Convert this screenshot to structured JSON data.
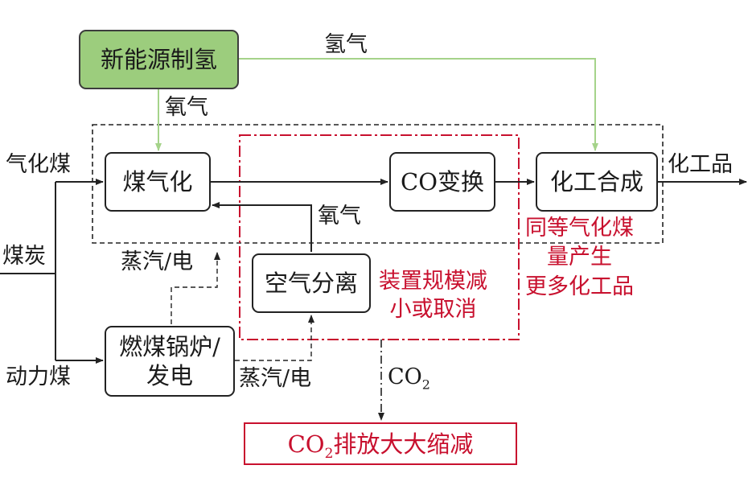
{
  "nodes": {
    "new_energy_h2": "新能源制氢",
    "gasification": "煤气化",
    "co_shift": "CO变换",
    "chem_synthesis": "化工合成",
    "air_separation": "空气分离",
    "boiler_line1": "燃煤锅炉/",
    "boiler_line2": "发电"
  },
  "labels": {
    "hydrogen": "氢气",
    "oxygen_top": "氧气",
    "oxygen_mid": "氧气",
    "gasification_coal": "气化煤",
    "coal": "煤炭",
    "power_coal": "动力煤",
    "chemicals": "化工品",
    "steam_power_upper": "蒸汽/电",
    "steam_power_lower": "蒸汽/电",
    "co2_prefix": "CO",
    "co2_sub": "2"
  },
  "annotations": {
    "scale_line1": "装置规模减",
    "scale_line2": "小或取消",
    "more_line1": "同等气化煤",
    "more_line2": "量产生",
    "more_line3": "更多化工品"
  },
  "result_box": {
    "prefix": "CO",
    "sub": "2",
    "text": "排放大大缩减"
  },
  "colors": {
    "green_fill": "#9ccd7d",
    "green_line": "#a5d38a",
    "red": "#c8102e",
    "black": "#222222"
  }
}
